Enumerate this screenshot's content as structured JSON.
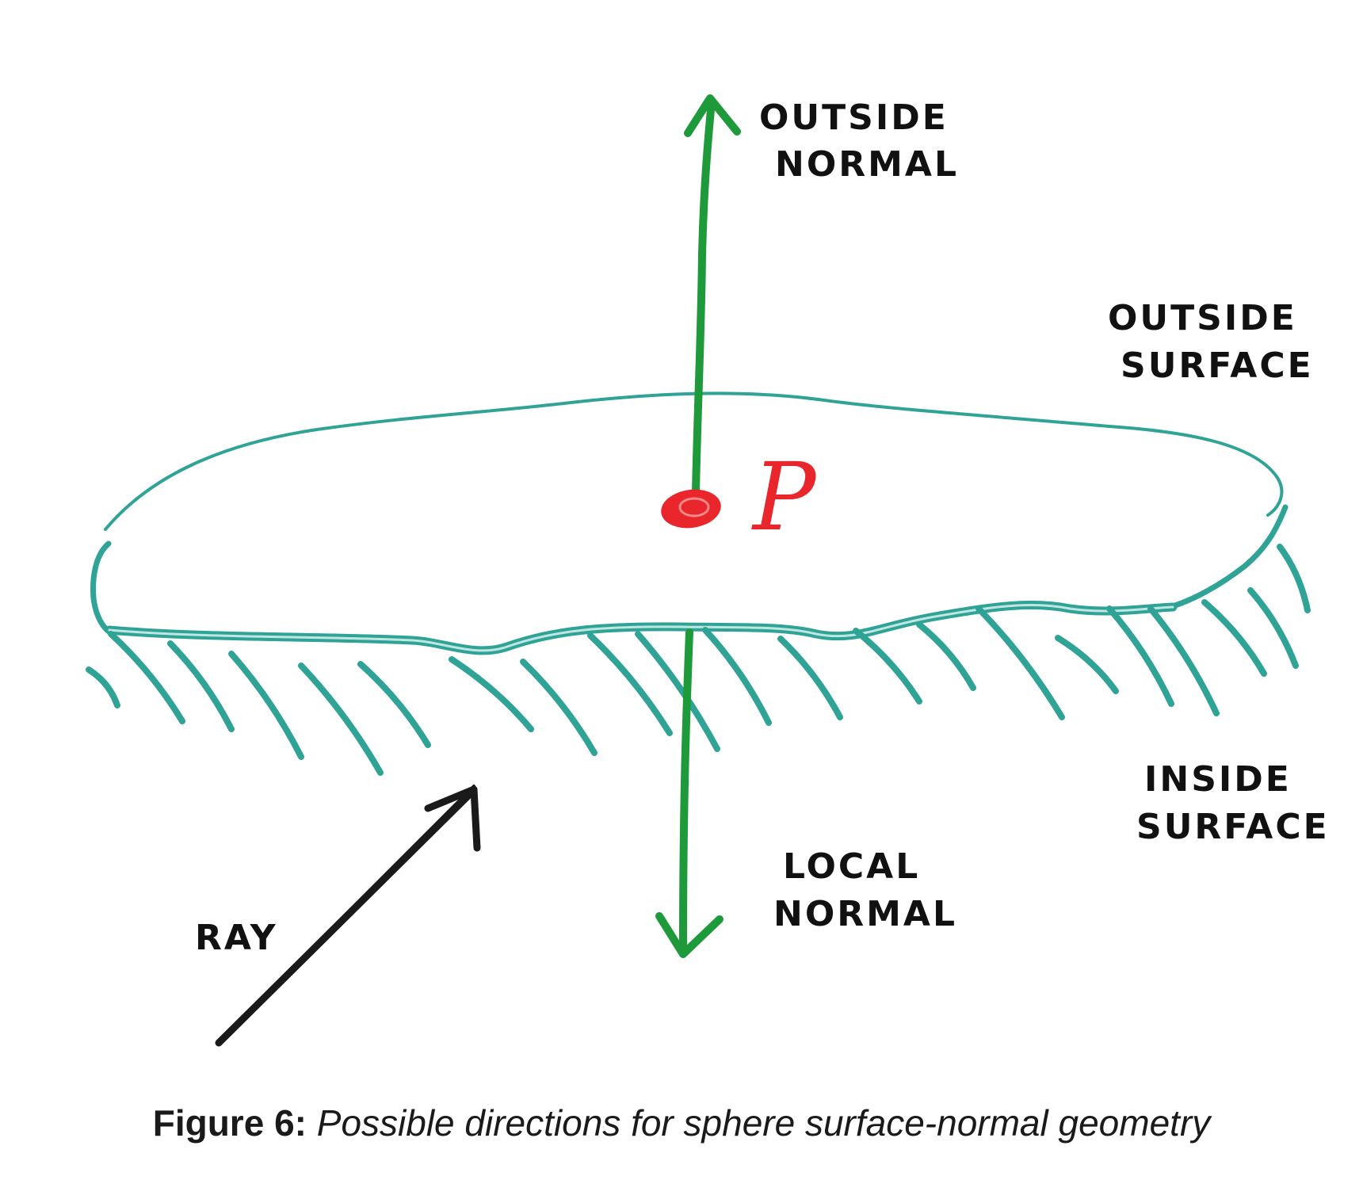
{
  "labels": {
    "outside_normal": [
      "OUTSIDE",
      "NORMAL"
    ],
    "outside_surface": [
      "OUTSIDE",
      "SURFACE"
    ],
    "inside_surface": [
      "INSIDE",
      "SURFACE"
    ],
    "local_normal": [
      "LOCAL",
      "NORMAL"
    ],
    "ray": "RAY",
    "point": "P"
  },
  "caption": {
    "number": "Figure 6:",
    "text": "Possible directions for sphere surface-normal geometry"
  },
  "colors": {
    "surface": "#2fa396",
    "normal": "#1f9a3a",
    "point": "#e8262b",
    "ray": "#1a1a1a",
    "text": "#111111"
  }
}
